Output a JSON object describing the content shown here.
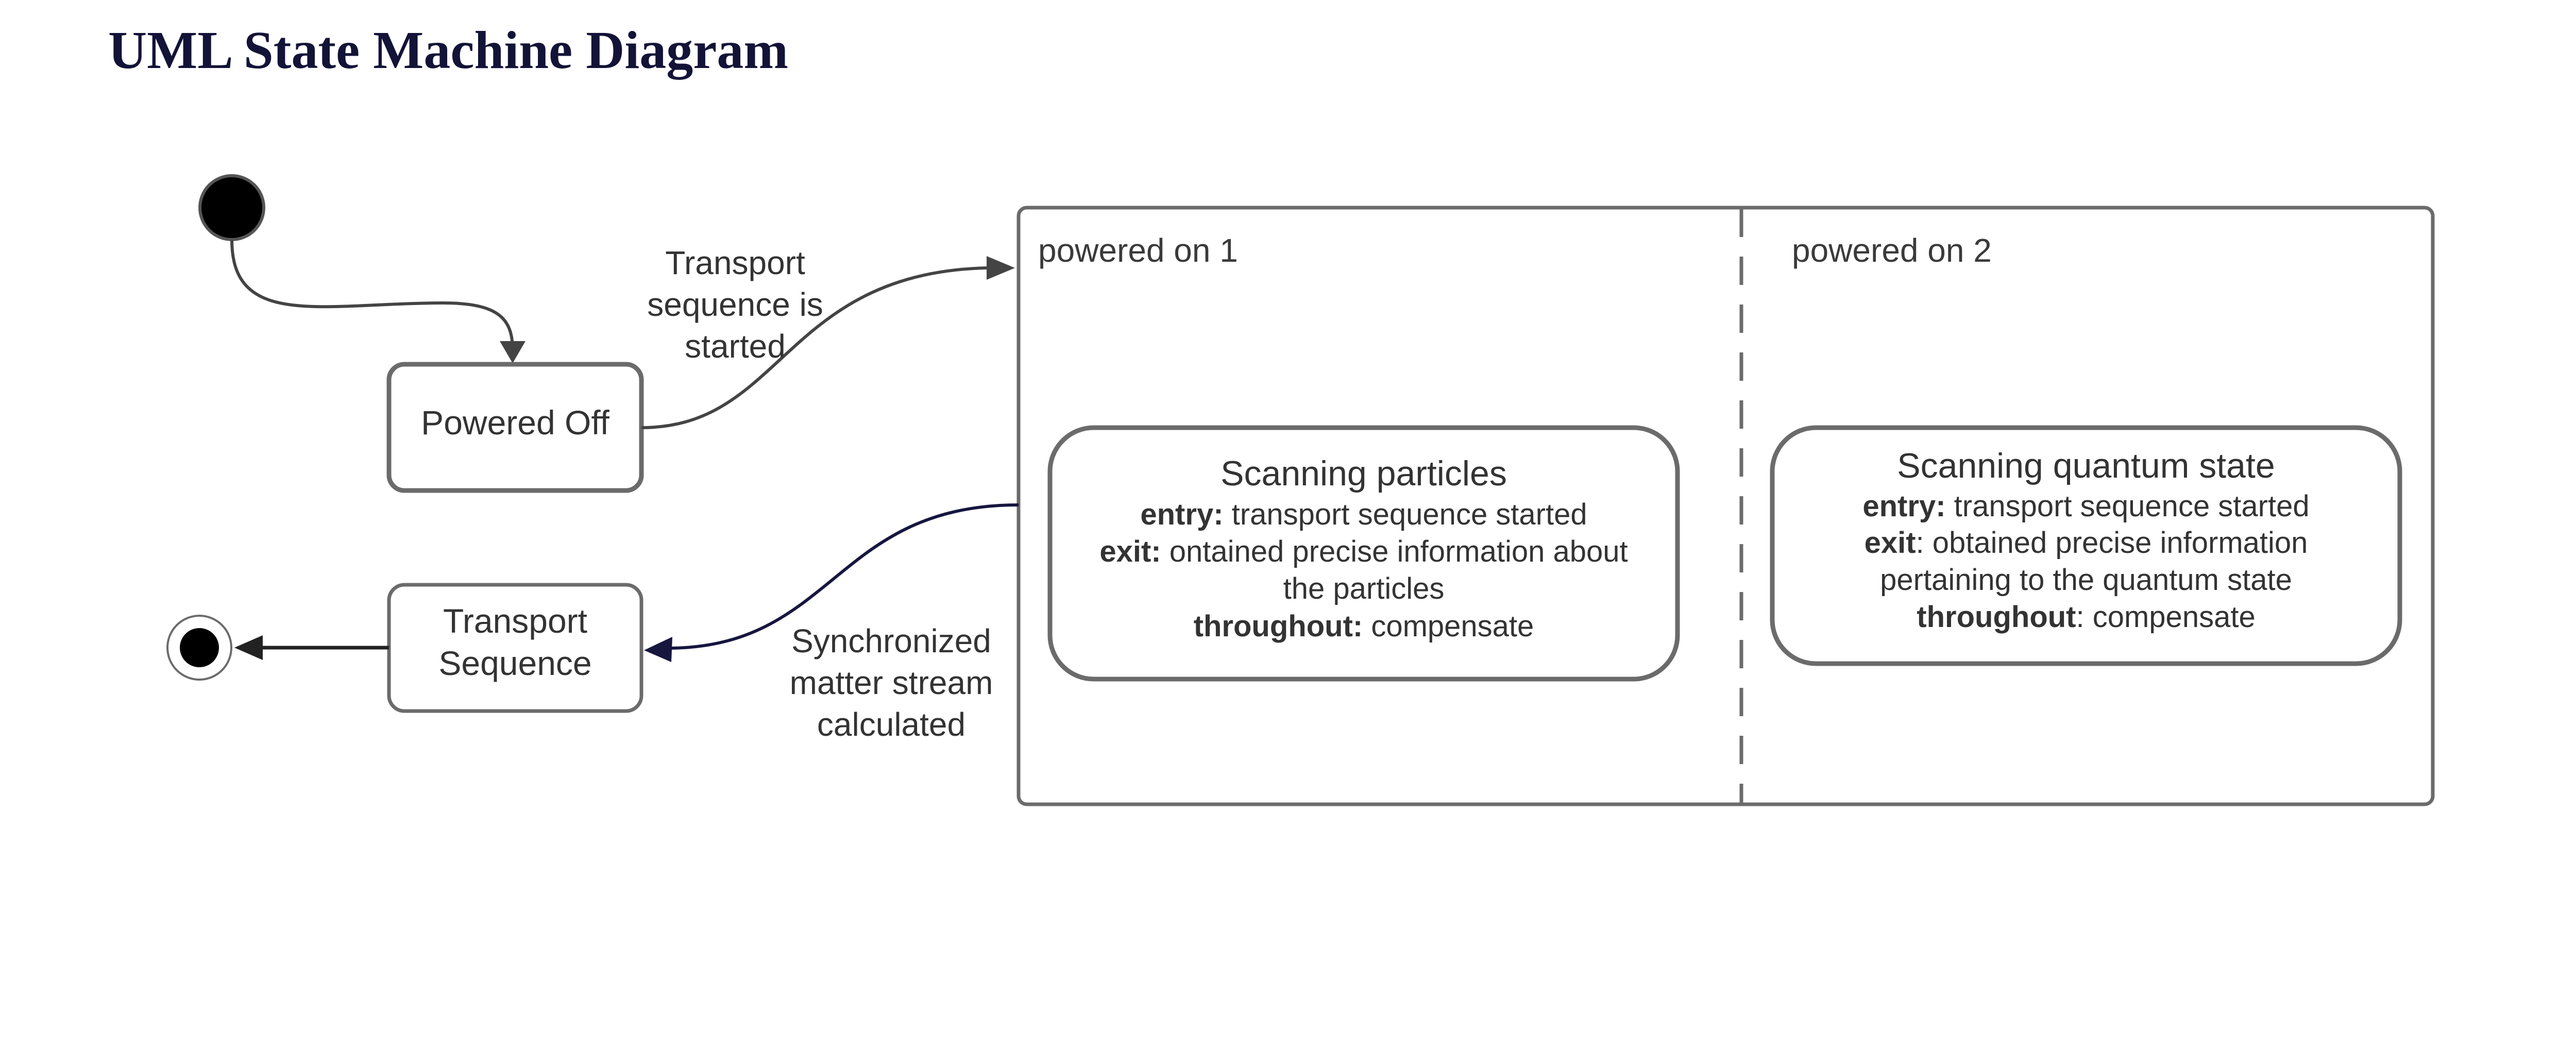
{
  "title": "UML State Machine Diagram",
  "colors": {
    "title": "#131338",
    "stroke": "#6b6b6b",
    "arrow": "#444444",
    "navy_arrow": "#16163f",
    "text": "#333333"
  },
  "states": {
    "powered_off": {
      "label": "Powered Off"
    },
    "transport_sequence": {
      "line1": "Transport",
      "line2": "Sequence"
    }
  },
  "composite": {
    "region1": {
      "label": "powered on 1",
      "state": {
        "title": "Scanning particles",
        "entry_kw": "entry:",
        "entry_text": "transport sequence started",
        "exit_kw": "exit:",
        "exit_text_1": "ontained precise information about",
        "exit_text_2": "the particles",
        "throughout_kw": "throughout:",
        "throughout_text": "compensate"
      }
    },
    "region2": {
      "label": "powered on 2",
      "state": {
        "title": "Scanning quantum state",
        "entry_kw": "entry:",
        "entry_text": "transport sequence started",
        "exit_kw": "exit",
        "exit_text_1": ": obtained precise information",
        "exit_text_2": "pertaining to the quantum state",
        "throughout_kw": "throughout",
        "throughout_text": ": compensate"
      }
    }
  },
  "transitions": {
    "start_label": {
      "line1": "Transport",
      "line2": "sequence is",
      "line3": "started"
    },
    "sync_label": {
      "line1": "Synchronized",
      "line2": "matter stream",
      "line3": "calculated"
    }
  }
}
